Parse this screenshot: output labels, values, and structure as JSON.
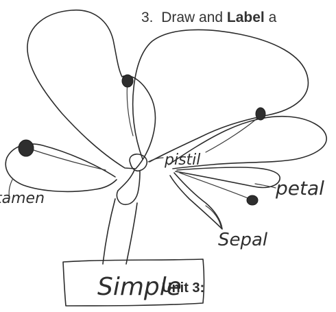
{
  "prompt": {
    "number": "3.",
    "text_before": "Draw and",
    "bold_word": "Label",
    "text_after": "a"
  },
  "labels": {
    "pistil": "pistil",
    "petal": "petal",
    "stamen": "tamen",
    "sepal": "Sepal",
    "simple": "Simple"
  },
  "footer": {
    "unit": "Unit 3:"
  }
}
